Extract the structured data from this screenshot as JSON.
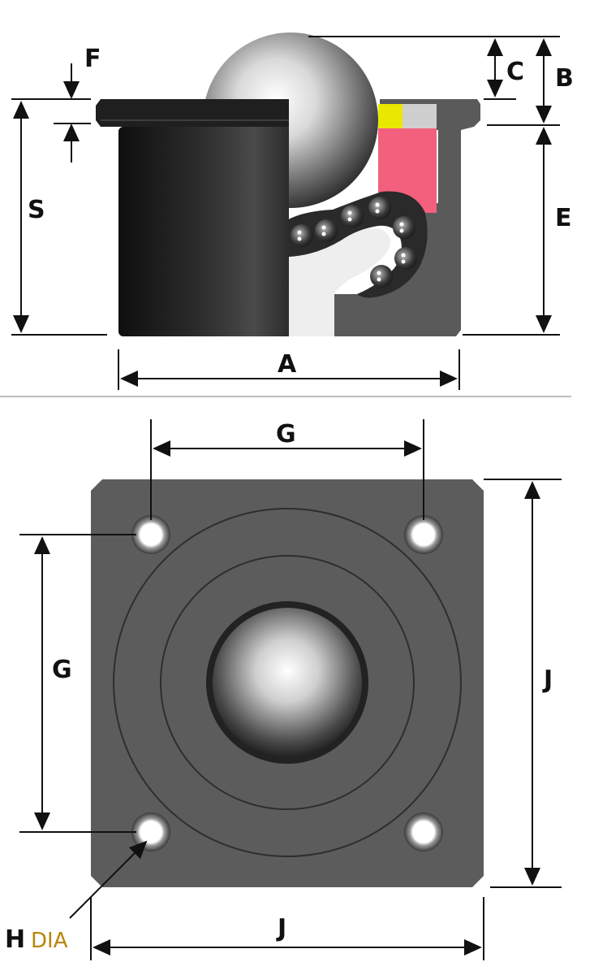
{
  "side_view": {
    "labels": {
      "A": "A",
      "B": "B",
      "C": "C",
      "E": "E",
      "F": "F",
      "S": "S"
    }
  },
  "top_view": {
    "labels": {
      "G_horizontal": "G",
      "G_vertical": "G",
      "J_vertical": "J",
      "J_horizontal": "J",
      "H": "H",
      "DIA": "DIA"
    }
  },
  "colors": {
    "housing_dark": "#5a5a5a",
    "housing_black": "#1f1f1f",
    "retainer_white": "#eeeeee",
    "seal_pink": "#f2607d",
    "seal_yellow": "#e8e800",
    "seal_grey": "#cfcfcf",
    "dia_text": "#b8860b",
    "divider": "#bdbdbd"
  }
}
